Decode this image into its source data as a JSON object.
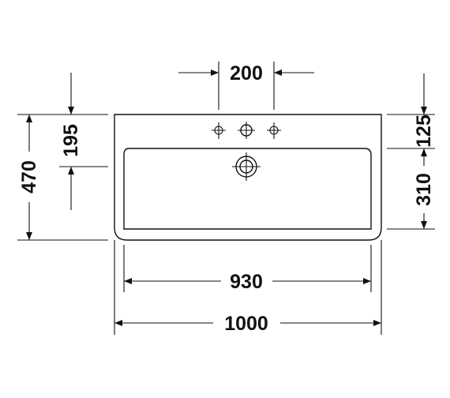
{
  "dimensions": {
    "tap_hole_spacing": "200",
    "overall_depth": "470",
    "drain_offset": "195",
    "deck_depth": "125",
    "bowl_depth": "310",
    "bowl_width": "930",
    "overall_width": "1000"
  }
}
